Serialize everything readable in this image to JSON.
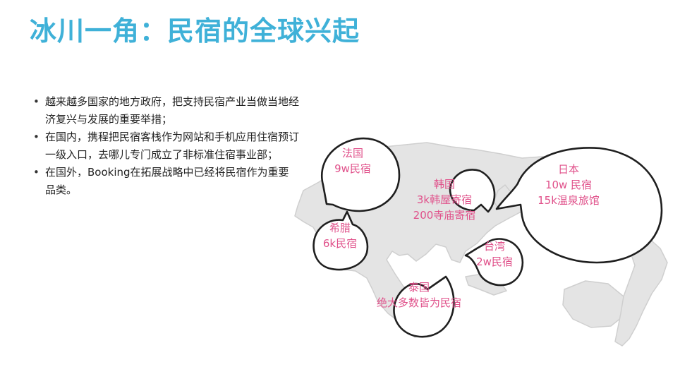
{
  "slide": {
    "title": "冰川一角：民宿的全球兴起",
    "bullets": [
      "越来越多国家的地方政府，把支持民宿产业当做当地经济复兴与发展的重要举措；",
      "在国内，携程把民宿客栈作为网站和手机应用住宿预订一级入口，去哪儿专门成立了非标准住宿事业部；",
      "在国外，Booking在拓展战略中已经将民宿作为重要品类。"
    ]
  },
  "callouts": {
    "france": {
      "name": "法国",
      "stat": "9w民宿"
    },
    "korea": {
      "name": "韩国",
      "stat1": "3k韩屋寄宿",
      "stat2": "200寺庙寄宿"
    },
    "japan": {
      "name": "日本",
      "stat1": "10w 民宿",
      "stat2": "15k温泉旅馆"
    },
    "greece": {
      "name": "希腊",
      "stat": "6k民宿"
    },
    "taiwan": {
      "name": "台湾",
      "stat": "2w民宿"
    },
    "thailand": {
      "name": "泰国",
      "stat": "绝大多数皆为民宿"
    }
  },
  "colors": {
    "title": "#3fb1d8",
    "callout_text": "#e0508a",
    "land": "#e4e4e4"
  }
}
